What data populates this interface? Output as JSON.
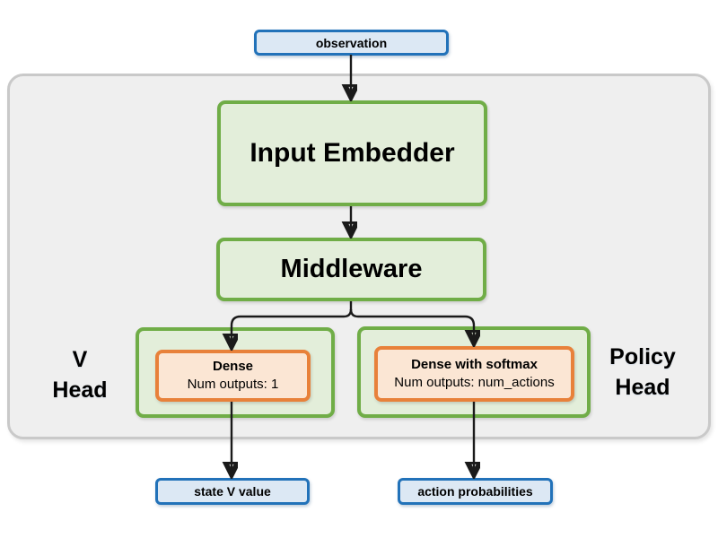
{
  "nodes": {
    "observation": "observation",
    "input_embedder": "Input Embedder",
    "middleware": "Middleware",
    "v_head_label": "V\nHead",
    "policy_head_label": "Policy\nHead",
    "v_dense_title": "Dense",
    "v_dense_subtitle": "Num outputs: 1",
    "policy_dense_title": "Dense with softmax",
    "policy_dense_subtitle": "Num outputs: num_actions",
    "state_v_value": "state V value",
    "action_probabilities": "action probabilities"
  },
  "colors": {
    "io_border": "#2272b9",
    "io_fill": "#dce8f4",
    "block_border": "#70ad47",
    "block_fill": "#e3eeda",
    "layer_border": "#e8813a",
    "layer_fill": "#fbe6d4",
    "container_fill": "#efefef",
    "container_border": "#c9c9c9",
    "arrow": "#1a1a1a",
    "background": "#ffffff"
  }
}
